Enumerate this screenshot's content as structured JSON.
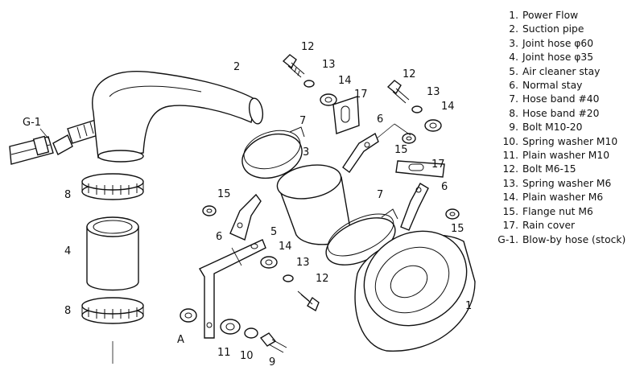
{
  "legend": [
    {
      "num": "1.",
      "text": "Power Flow"
    },
    {
      "num": "2.",
      "text": "Suction pipe"
    },
    {
      "num": "3.",
      "text": "Joint hose  φ60"
    },
    {
      "num": "4.",
      "text": "Joint hose  φ35"
    },
    {
      "num": "5.",
      "text": "Air cleaner stay"
    },
    {
      "num": "6.",
      "text": "Normal stay"
    },
    {
      "num": "7.",
      "text": "Hose band  #40"
    },
    {
      "num": "8.",
      "text": "Hose band  #20"
    },
    {
      "num": "9.",
      "text": "Bolt  M10-20"
    },
    {
      "num": "10.",
      "text": "Spring washer  M10"
    },
    {
      "num": "11.",
      "text": "Plain washer  M10"
    },
    {
      "num": "12.",
      "text": "Bolt  M6-15"
    },
    {
      "num": "13.",
      "text": "Spring washer  M6"
    },
    {
      "num": "14.",
      "text": "Plain washer  M6"
    },
    {
      "num": "15.",
      "text": "Flange nut  M6"
    },
    {
      "num": "17.",
      "text": "Rain cover"
    },
    {
      "num": "G-1.",
      "text": "Blow-by hose (stock)"
    }
  ],
  "callouts": {
    "c1": "1",
    "c2": "2",
    "c3": "3",
    "c4": "4",
    "c5": "5",
    "c6a": "6",
    "c6b": "6",
    "c6c": "6",
    "c7a": "7",
    "c7b": "7",
    "c8a": "8",
    "c8b": "8",
    "c9": "9",
    "c10": "10",
    "c11": "11",
    "c12a": "12",
    "c12b": "12",
    "c12c": "12",
    "c13a": "13",
    "c13b": "13",
    "c13c": "13",
    "c14a": "14",
    "c14b": "14",
    "c14c": "14",
    "c15a": "15",
    "c15b": "15",
    "c15c": "15",
    "c17a": "17",
    "c17b": "17",
    "cA": "A",
    "cG1": "G-1"
  }
}
